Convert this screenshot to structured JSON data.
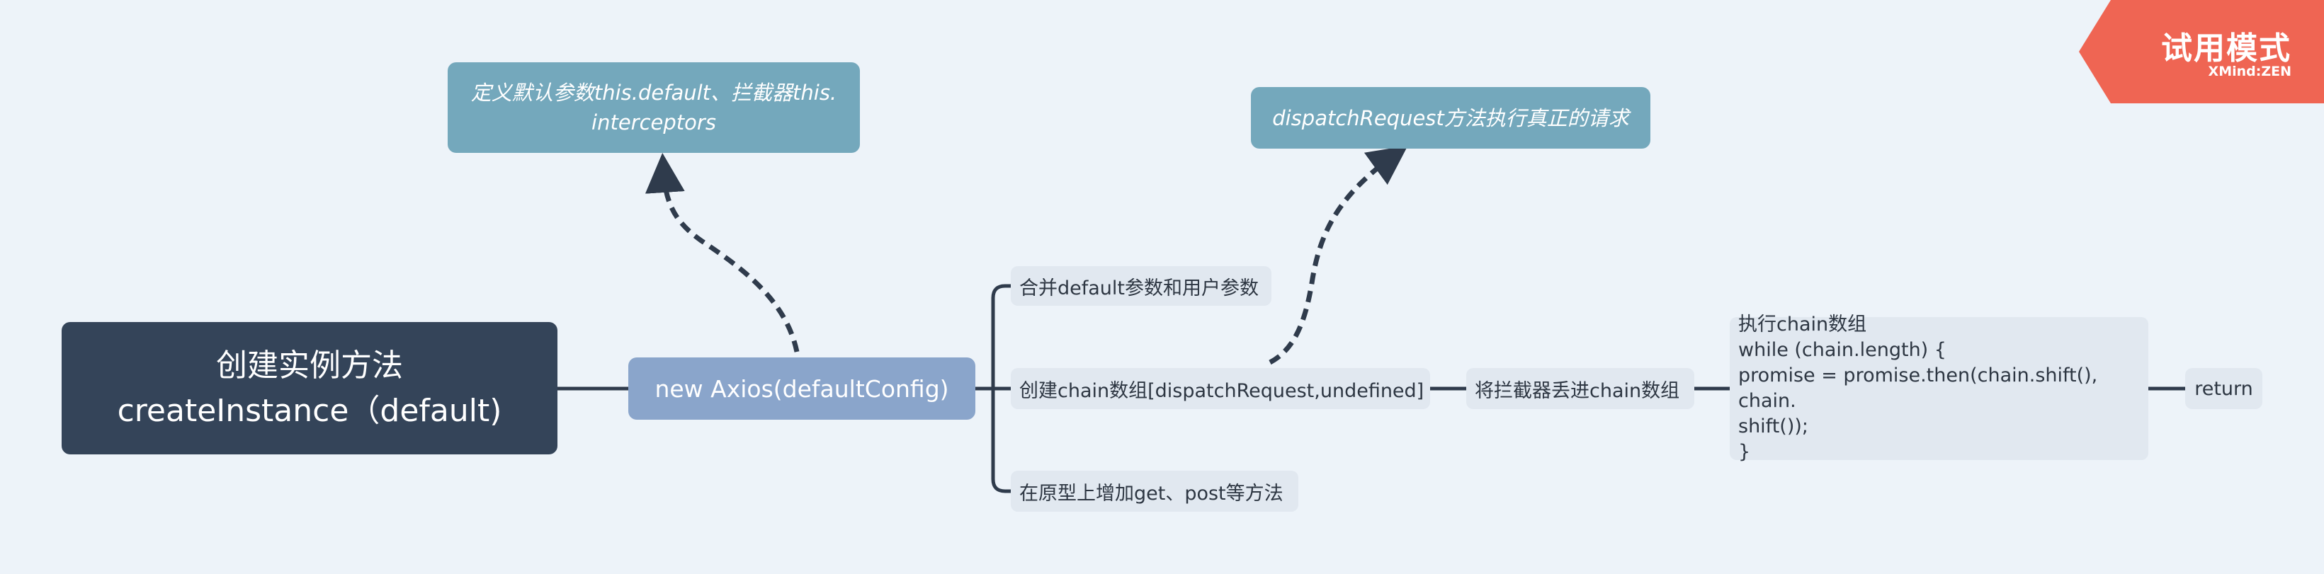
{
  "root": {
    "line1": "创建实例方法",
    "line2": "createInstance（default)"
  },
  "main": {
    "label": "new Axios(defaultConfig)"
  },
  "floating": [
    {
      "line1": "定义默认参数this.default、拦截器this.",
      "line2": "interceptors"
    },
    {
      "label": "dispatchRequest方法执行真正的请求"
    }
  ],
  "subtopics": [
    {
      "label": "合并default参数和用户参数"
    },
    {
      "label": "创建chain数组[dispatchRequest,undefined]"
    },
    {
      "label": "在原型上增加get、post等方法"
    }
  ],
  "chain_step": {
    "label": "将拦截器丢进chain数组"
  },
  "execute_block": {
    "lines": [
      "执行chain数组",
      "while (chain.length) {",
      "promise = promise.then(chain.shift(), chain.",
      "shift());",
      "}"
    ]
  },
  "return_node": {
    "label": "return"
  },
  "watermark": {
    "title": "试用模式",
    "brand": "XMind:ZEN"
  },
  "colors": {
    "background": "#edf3f9",
    "root": "#344459",
    "main": "#8aa5cb",
    "floating": "#74a8bc",
    "subtopic": "#e1e8f0",
    "connector": "#2f3b4c",
    "watermark": "#ef6553"
  }
}
